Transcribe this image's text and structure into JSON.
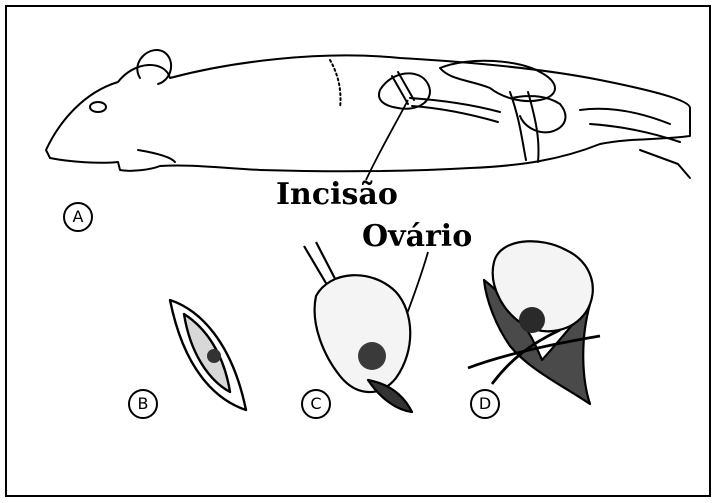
{
  "labels": {
    "incision": "Incisão",
    "ovary": "Ovário"
  },
  "panels": [
    "A",
    "B",
    "C",
    "D"
  ]
}
